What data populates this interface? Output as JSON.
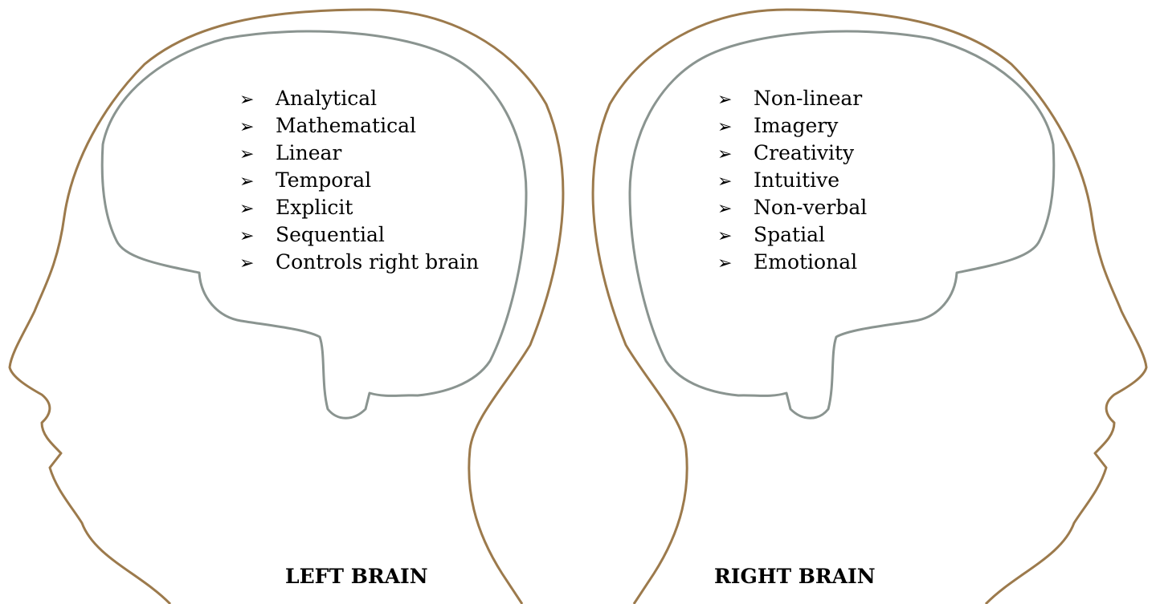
{
  "left_brain": {
    "label": "LEFT BRAIN",
    "traits": [
      "Analytical",
      "Mathematical",
      "Linear",
      "Temporal",
      "Explicit",
      "Sequential",
      "Controls right brain"
    ]
  },
  "right_brain": {
    "label": "RIGHT BRAIN",
    "traits": [
      "Non-linear",
      "Imagery",
      "Creativity",
      "Intuitive",
      "Non-verbal",
      "Spatial",
      "Emotional"
    ]
  },
  "bullet_glyph": "➢",
  "colors": {
    "head_outline": "#9c7a4c",
    "brain_outline": "#8a9490",
    "text": "#000000"
  }
}
